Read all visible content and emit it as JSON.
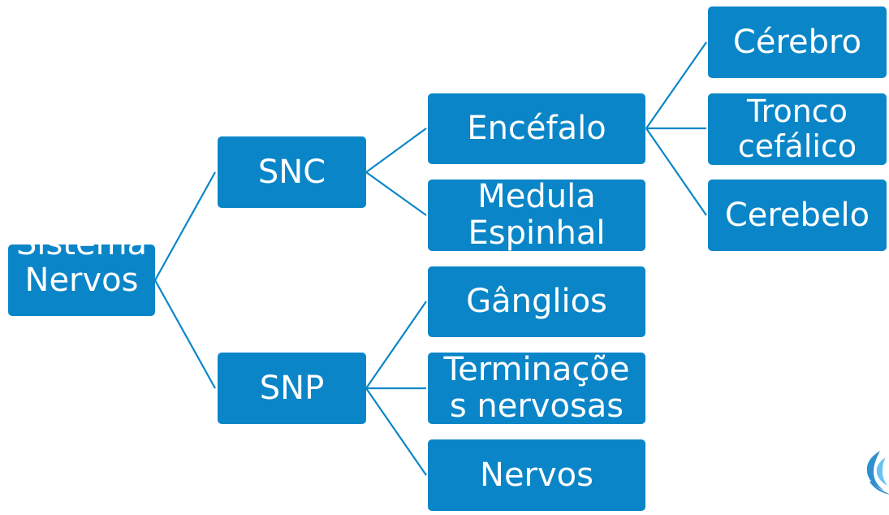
{
  "colors": {
    "node_fill": "#0a86c8",
    "connector": "#0a86c8",
    "text": "#ffffff",
    "logo_primary": "#2f8fd1",
    "logo_secondary": "#6ac2f0"
  },
  "diagram": {
    "root": {
      "label": "Sistema\nNervos"
    },
    "snc": {
      "label": "SNC"
    },
    "snp": {
      "label": "SNP"
    },
    "encefalo": {
      "label": "Encéfalo"
    },
    "medula": {
      "label": "Medula\nEspinhal"
    },
    "ganglios": {
      "label": "Gânglios"
    },
    "terminacoes": {
      "label": "Terminaçõe\ns nervosas"
    },
    "nervos": {
      "label": "Nervos"
    },
    "cerebro": {
      "label": "Cérebro"
    },
    "tronco": {
      "label": "Tronco\ncefálico"
    },
    "cerebelo": {
      "label": "Cerebelo"
    }
  },
  "icons": {
    "corner_logo": "logo-icon"
  }
}
